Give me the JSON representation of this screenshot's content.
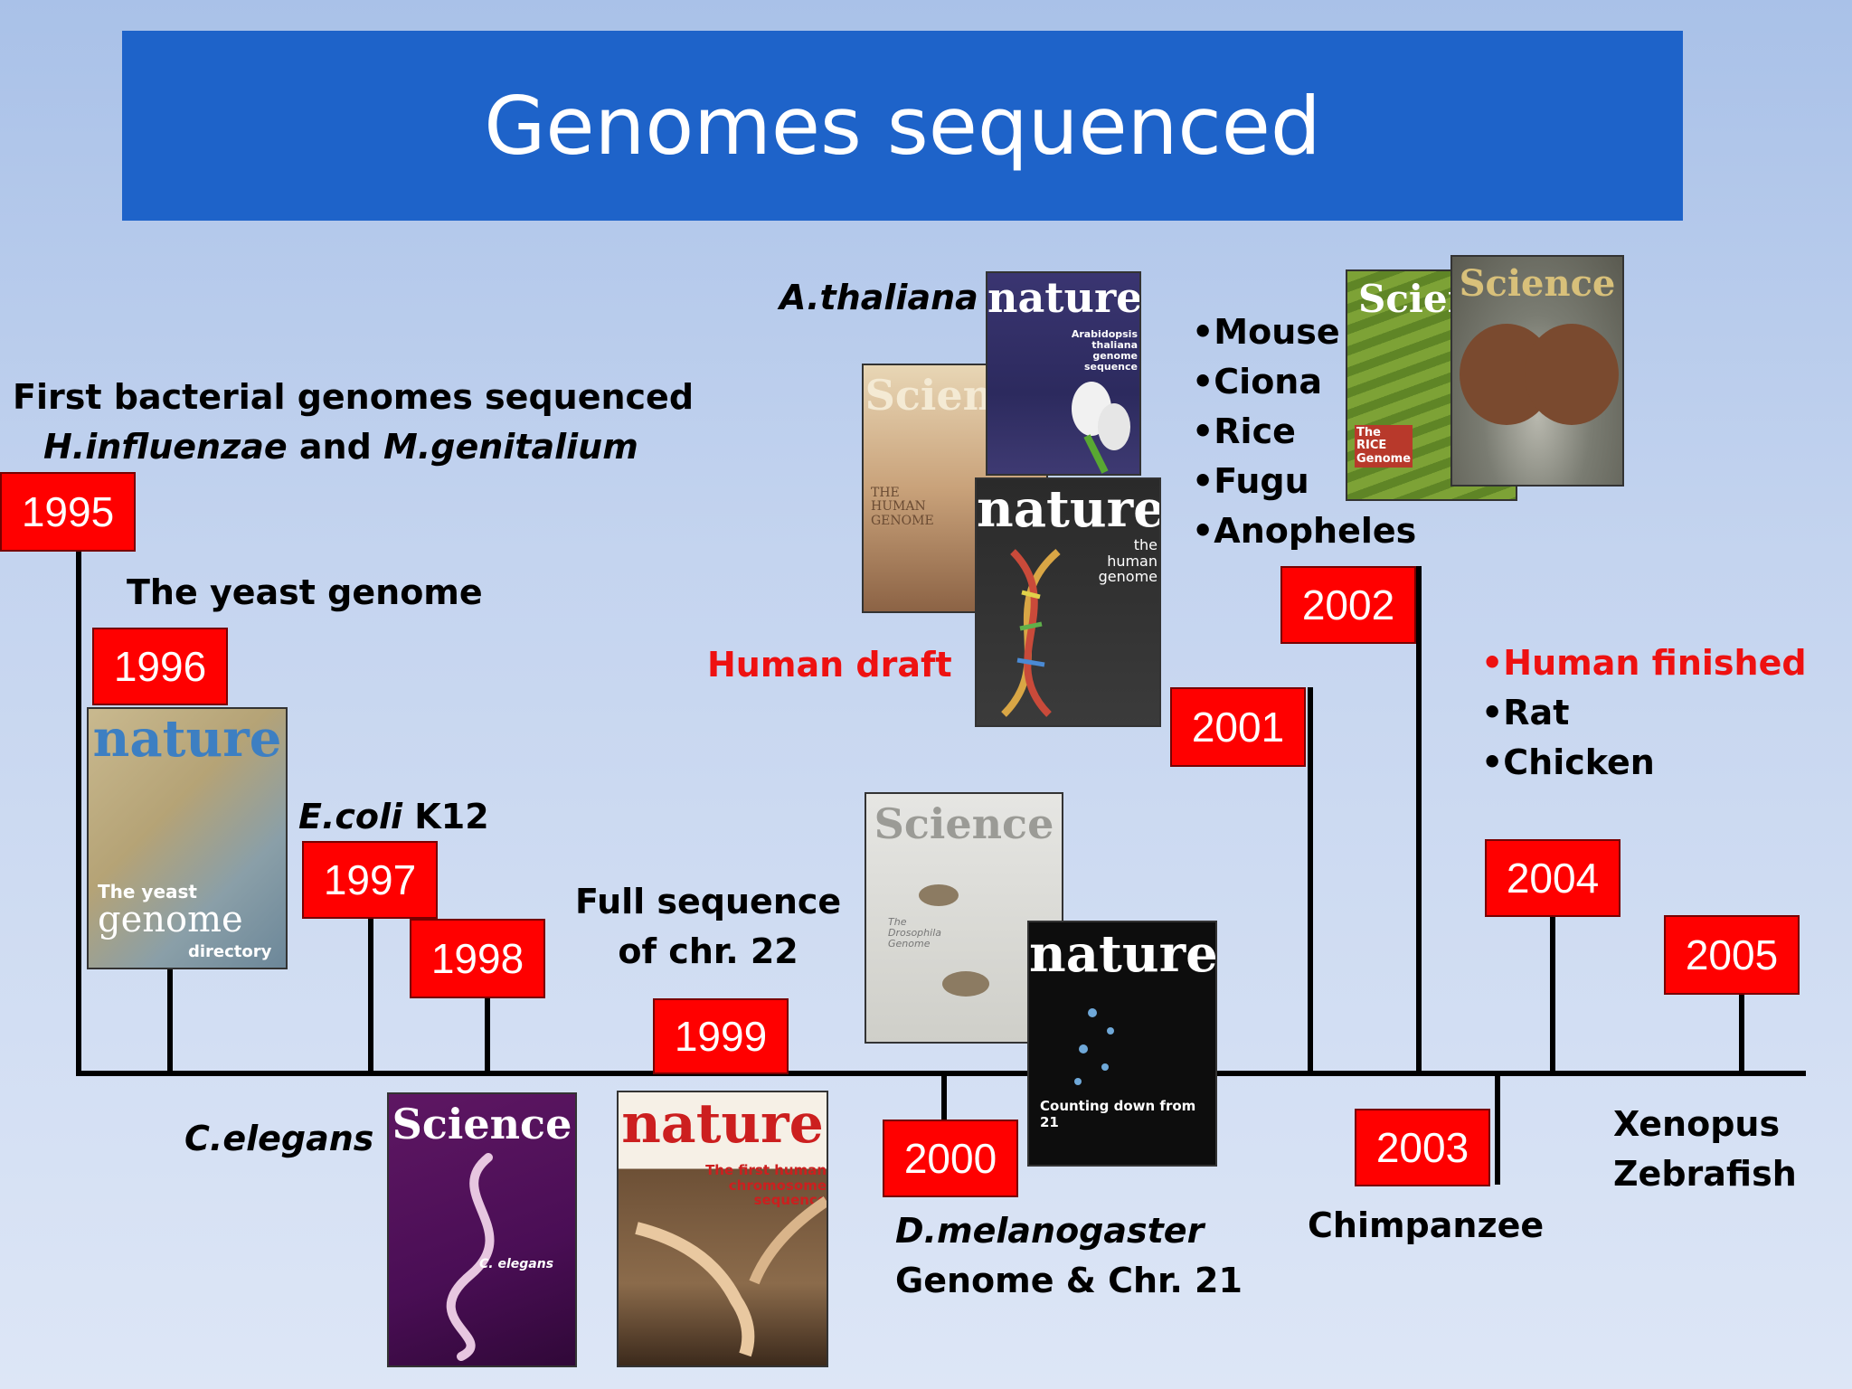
{
  "title": "Genomes sequenced",
  "years": {
    "y1995": "1995",
    "y1996": "1996",
    "y1997": "1997",
    "y1998": "1998",
    "y1999": "1999",
    "y2000": "2000",
    "y2001": "2001",
    "y2002": "2002",
    "y2003": "2003",
    "y2004": "2004",
    "y2005": "2005"
  },
  "labels": {
    "bacterial_line1": "First bacterial genomes sequenced",
    "hinf": "H.influenzae",
    "and": " and ",
    "mgen": "M.genitalium",
    "yeast": "The yeast genome",
    "ecoli_species": "E.coli",
    "ecoli_strain": " K12",
    "celegans": "C.elegans",
    "chr22_line1": "Full sequence",
    "chr22_line2": "of chr. 22",
    "dmel": "D.melanogaster",
    "dmel_line2": "Genome & Chr. 21",
    "athaliana": "A.thaliana",
    "human_draft": "Human draft",
    "list2002": [
      "•Mouse",
      "•Ciona",
      "•Rice",
      "•Fugu",
      "•Anopheles"
    ],
    "human_finished": "•Human finished",
    "list2004": [
      "•Rat",
      "•Chicken"
    ],
    "chimpanzee": "Chimpanzee",
    "xenopus": "Xenopus",
    "zebrafish": "Zebrafish"
  },
  "covers": {
    "nature": "nature",
    "science": "Science",
    "yeast_line1": "The yeast",
    "yeast_line2": "genome",
    "yeast_line3": "directory",
    "arabidopsis": "Arabidopsis thaliana genome sequence",
    "human_genome_sci": "THE HUMAN GENOME",
    "human_genome_nat": "the human genome",
    "celegans_cover": "C. elegans",
    "first_human_chr": "The first human chromosome sequence",
    "counting_down": "Counting down from 21",
    "drosophila": "The Drosophila Genome",
    "rice_cover": "The RICE Genome"
  },
  "colors": {
    "title_bar": "#1e63c9",
    "year_box": "#ff0000",
    "highlight_text": "#ee1111"
  }
}
